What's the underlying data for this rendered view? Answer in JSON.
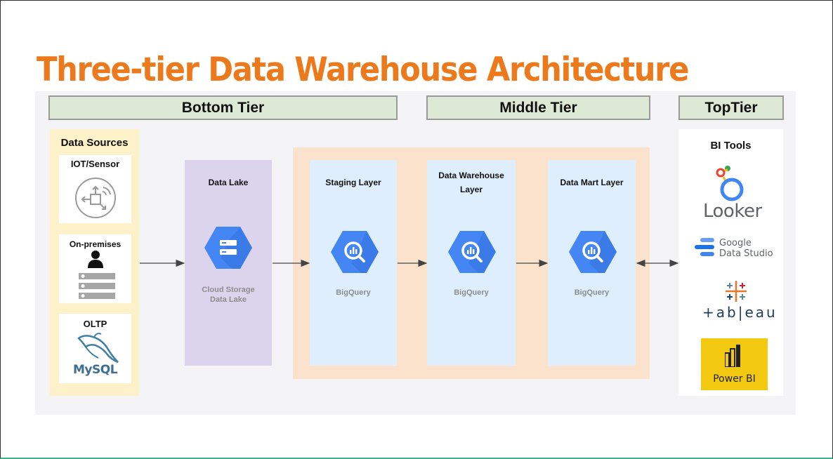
{
  "title": "Three-tier Data Warehouse Architecture",
  "tiers": {
    "bottom": "Bottom Tier",
    "middle": "Middle Tier",
    "top": "TopTier"
  },
  "sources": {
    "title": "Data Sources",
    "items": [
      {
        "label": "IOT/Sensor",
        "icon": "iot-sensor-icon"
      },
      {
        "label": "On-premises",
        "icon": "server-icon"
      },
      {
        "label": "OLTP",
        "icon": "mysql-logo",
        "logo_text": "MySQL"
      }
    ]
  },
  "data_lake": {
    "title": "Data Lake",
    "subtitle_1": "Cloud Storage",
    "subtitle_2": "Data Lake",
    "icon": "cloud-storage-icon"
  },
  "layers": [
    {
      "title": "Staging Layer",
      "title_2": "",
      "subtitle": "BigQuery",
      "icon": "bigquery-icon"
    },
    {
      "title": "Data Warehouse",
      "title_2": "Layer",
      "subtitle": "BigQuery",
      "icon": "bigquery-icon"
    },
    {
      "title": "Data Mart Layer",
      "title_2": "",
      "subtitle": "BigQuery",
      "icon": "bigquery-icon"
    }
  ],
  "bi_tools": {
    "title": "BI Tools",
    "looker": "Looker",
    "google_line1": "Google",
    "google_line2": "Data Studio",
    "tableau": "+ab|eau",
    "powerbi": "Power BI"
  },
  "colors": {
    "title": "#ec7a1c",
    "tier_header": "#dde9d4",
    "sources_bg": "#fdf1c9",
    "lake_bg": "#dcd3ec",
    "middle_bg": "#fbe2cd",
    "layer_bg": "#deeefc",
    "hex_blue": "#4386f4",
    "powerbi_bg": "#f2c811"
  }
}
